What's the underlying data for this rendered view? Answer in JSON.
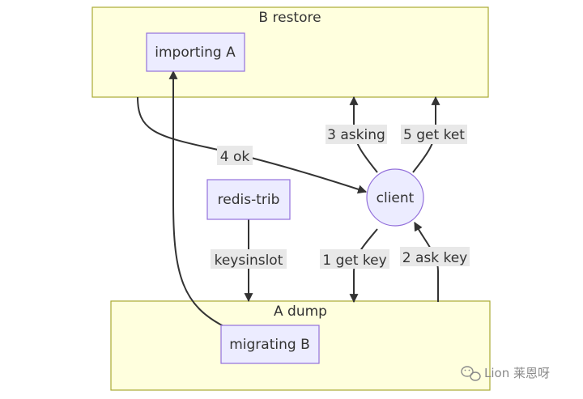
{
  "clusters": {
    "b_restore": "B restore",
    "a_dump": "A dump"
  },
  "nodes": {
    "importing_a": "importing A",
    "migrating_b": "migrating B",
    "redis_trib": "redis-trib",
    "client": "client"
  },
  "edges": {
    "get_key": "1 get key",
    "ask_key": "2 ask key",
    "asking": "3 asking",
    "ok": "4 ok",
    "get_ket": "5 get ket",
    "keysinslot": "keysinslot"
  },
  "watermark": {
    "text": "Lion 莱恩呀",
    "icon": "wechat-icon"
  },
  "colors": {
    "cluster_fill": "#ffffde",
    "cluster_stroke": "#aaaa33",
    "node_fill": "#ececff",
    "node_stroke": "#9370db",
    "edge": "#333333",
    "label_bg": "#e8e8e8"
  }
}
